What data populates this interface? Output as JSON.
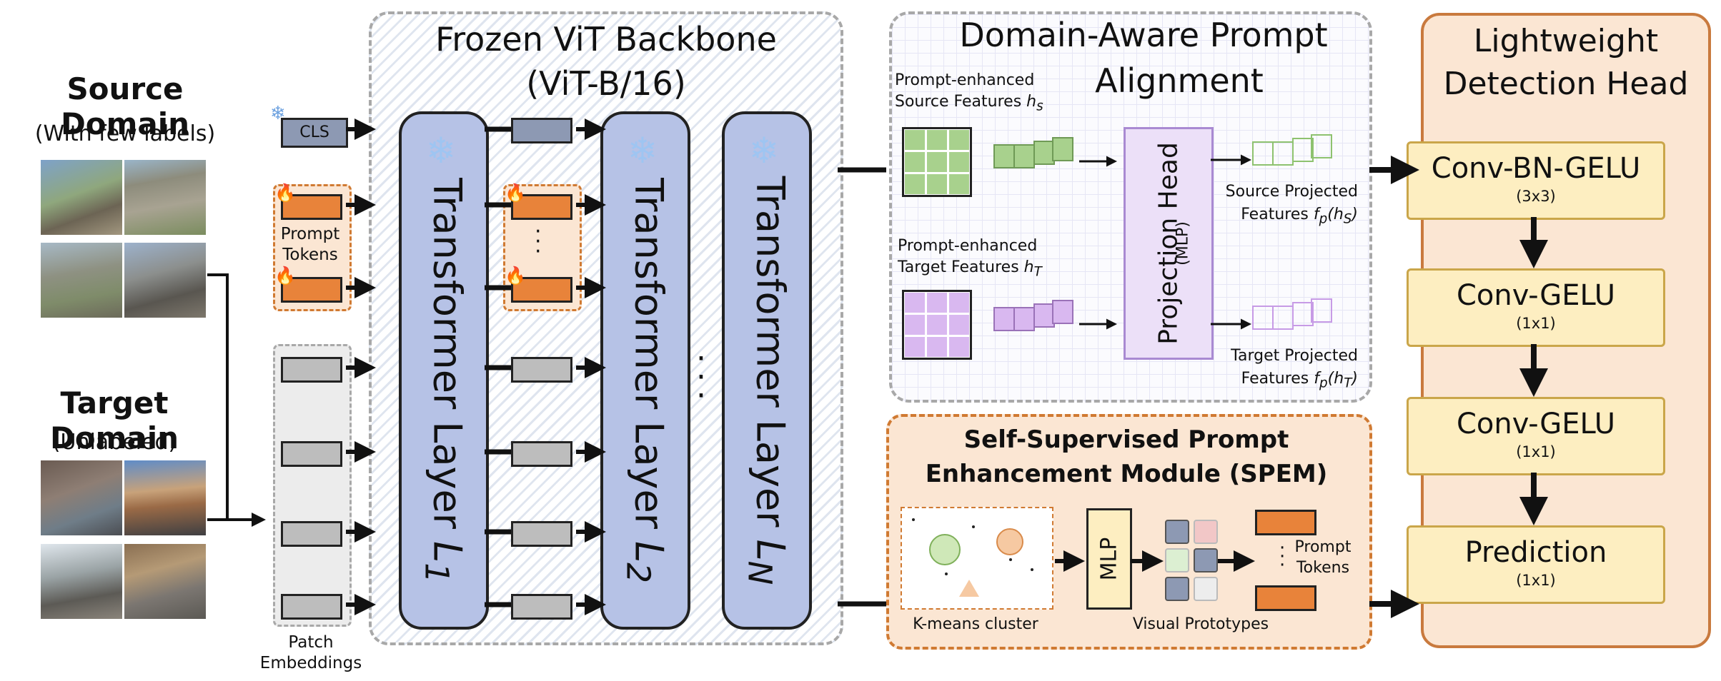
{
  "source": {
    "title": "Source Domain",
    "subtitle": "(With few labels)"
  },
  "target": {
    "title": "Target Domain",
    "subtitle": "(Unlabeled)"
  },
  "tokens": {
    "cls": "CLS",
    "prompt_tokens": "Prompt\nTokens",
    "patch_embeddings": "Patch\nEmbeddings"
  },
  "backbone": {
    "title": "Frozen ViT Backbone",
    "subtitle": "(ViT-B/16)",
    "layers": [
      {
        "text": "Transformer Layer",
        "sub": "1"
      },
      {
        "text": "Transformer Layer",
        "sub": "2"
      },
      {
        "text": "Transformer Layer",
        "sub": "N"
      }
    ]
  },
  "alignment": {
    "title": "Domain-Aware Prompt",
    "title2": "Alignment",
    "src_features": "Prompt-enhanced",
    "src_features2": "Source Features",
    "tgt_features": "Prompt-enhanced",
    "tgt_features2": "Target Features",
    "proj_head": "Projection Head",
    "proj_mlp": "(MLP)",
    "src_proj": "Source Projected",
    "src_proj2": "Features",
    "tgt_proj": "Target Projected",
    "tgt_proj2": "Features"
  },
  "spem": {
    "title": "Self-Supervised Prompt",
    "title2": "Enhancement Module (SPEM)",
    "kmeans": "K-means cluster",
    "mlp": "MLP",
    "prototypes": "Visual Prototypes",
    "prompt_tokens": "Prompt\nTokens"
  },
  "head": {
    "title": "Lightweight",
    "title2": "Detection Head",
    "blocks": [
      {
        "name": "Conv-BN-GELU",
        "kernel": "(3x3)"
      },
      {
        "name": "Conv-GELU",
        "kernel": "(1x1)"
      },
      {
        "name": "Conv-GELU",
        "kernel": "(1x1)"
      },
      {
        "name": "Prediction",
        "kernel": "(1x1)"
      }
    ]
  },
  "colors": {
    "layer": "#b6c2e6",
    "prompt": "#e8833a",
    "patch": "#bdbdbd",
    "green": "#a8d18d",
    "purple": "#d9b8f0",
    "spem_bg": "#fbe6d3",
    "head_bg": "#fbe6d3"
  }
}
